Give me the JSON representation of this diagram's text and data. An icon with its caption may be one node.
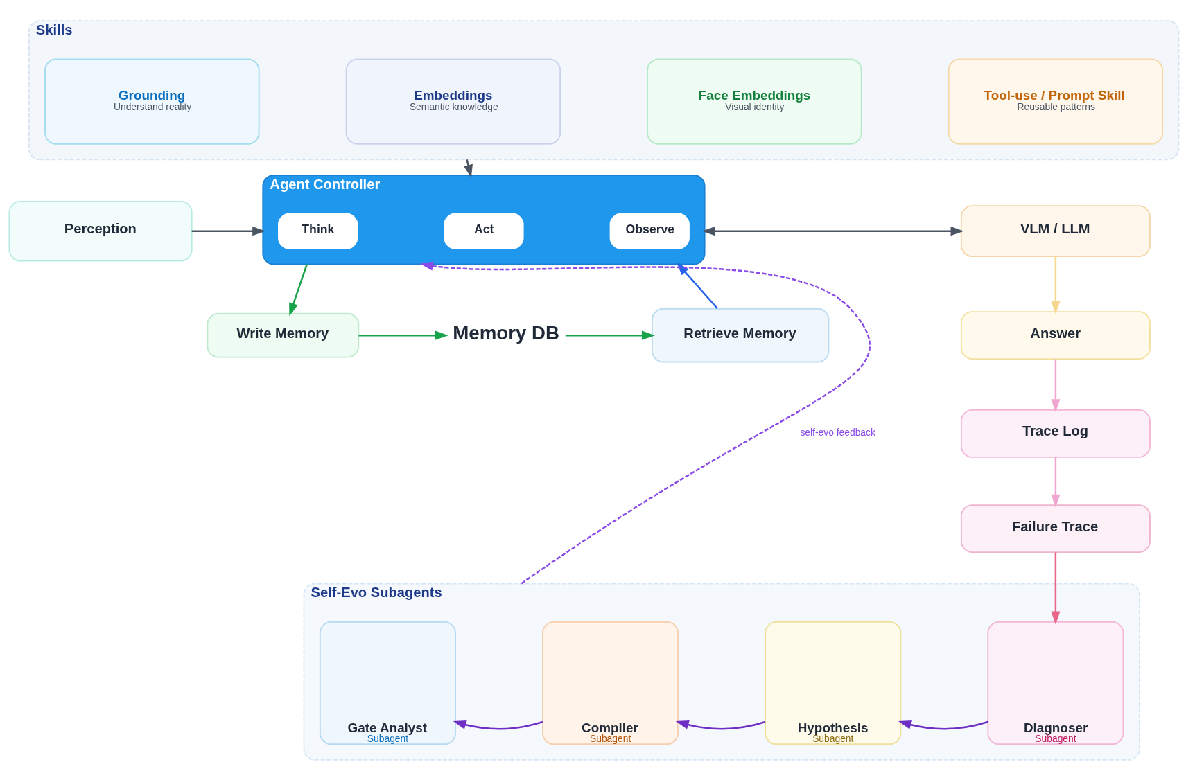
{
  "diagram": {
    "nodes": [
      {
        "text": [
          "Skills"
        ]
      },
      {
        "text": [
          "Grounding",
          "Understand reality"
        ],
        "in": 0
      },
      {
        "text": [
          "Embeddings",
          "Semantic knowledge"
        ],
        "in": 0
      },
      {
        "text": [
          "Face Embeddings",
          "Visual identity"
        ],
        "in": 0
      },
      {
        "text": [
          "Tool-use / Prompt Skill",
          "Reusable patterns"
        ],
        "in": 0
      },
      {
        "text": [
          "Perception"
        ]
      },
      {
        "text": [
          "Agent Controller"
        ]
      },
      {
        "text": [
          "Think"
        ],
        "in": 6
      },
      {
        "text": [
          "Act"
        ],
        "in": 6
      },
      {
        "text": [
          "Observe"
        ],
        "in": 6
      },
      {
        "text": [
          "VLM / LLM"
        ]
      },
      {
        "text": [
          "Answer"
        ]
      },
      {
        "text": [
          "Write Memory"
        ]
      },
      {
        "text": [
          "Memory DB"
        ]
      },
      {
        "text": [
          "Retrieve Memory"
        ]
      },
      {
        "text": [
          "Trace Log"
        ]
      },
      {
        "text": [
          "Failure Trace"
        ]
      },
      {
        "text": [
          "Self-Evo Subagents"
        ]
      },
      {
        "text": [
          "Gate Analyst",
          "Subagent"
        ],
        "in": 17
      },
      {
        "text": [
          "Compiler",
          "Subagent"
        ],
        "in": 17
      },
      {
        "text": [
          "Hypothesis",
          "Subagent"
        ],
        "in": 17
      },
      {
        "text": [
          "Diagnoser",
          "Subagent"
        ],
        "in": 17
      }
    ],
    "edges": [
      {
        "from": 0,
        "to": 6,
        "arrow": "to"
      },
      {
        "from": 5,
        "to": 6,
        "arrow": "to"
      },
      {
        "from": 6,
        "to": 10,
        "arrow": "both"
      },
      {
        "from": 10,
        "to": 11,
        "arrow": "to",
        "color": "#f5d88e"
      },
      {
        "from": 11,
        "to": 15,
        "arrow": "to",
        "color": "#f0a6d0"
      },
      {
        "from": 15,
        "to": 16,
        "arrow": "to",
        "color": "#f0a6d0"
      },
      {
        "from": 16,
        "to": 21,
        "arrow": "to",
        "color": "#e8668a"
      },
      {
        "from": 21,
        "to": 20,
        "arrow": "to",
        "color": "#6d2fc4"
      },
      {
        "from": 20,
        "to": 19,
        "arrow": "to",
        "color": "#6d2fc4"
      },
      {
        "from": 19,
        "to": 18,
        "arrow": "to",
        "color": "#6d2fc4"
      },
      {
        "from": 17,
        "to": 6,
        "arrow": "to",
        "label": "self-evo feedback",
        "style": "dashed",
        "color": "#8b4be8"
      },
      {
        "from": 6,
        "to": 12,
        "arrow": "to",
        "color": "#16a34a"
      },
      {
        "from": 12,
        "to": 13,
        "arrow": "to",
        "color": "#16a34a"
      },
      {
        "from": 13,
        "to": 14,
        "arrow": "to",
        "color": "#16a34a"
      },
      {
        "from": 14,
        "to": 6,
        "arrow": "to",
        "color": "#2563eb"
      }
    ]
  }
}
